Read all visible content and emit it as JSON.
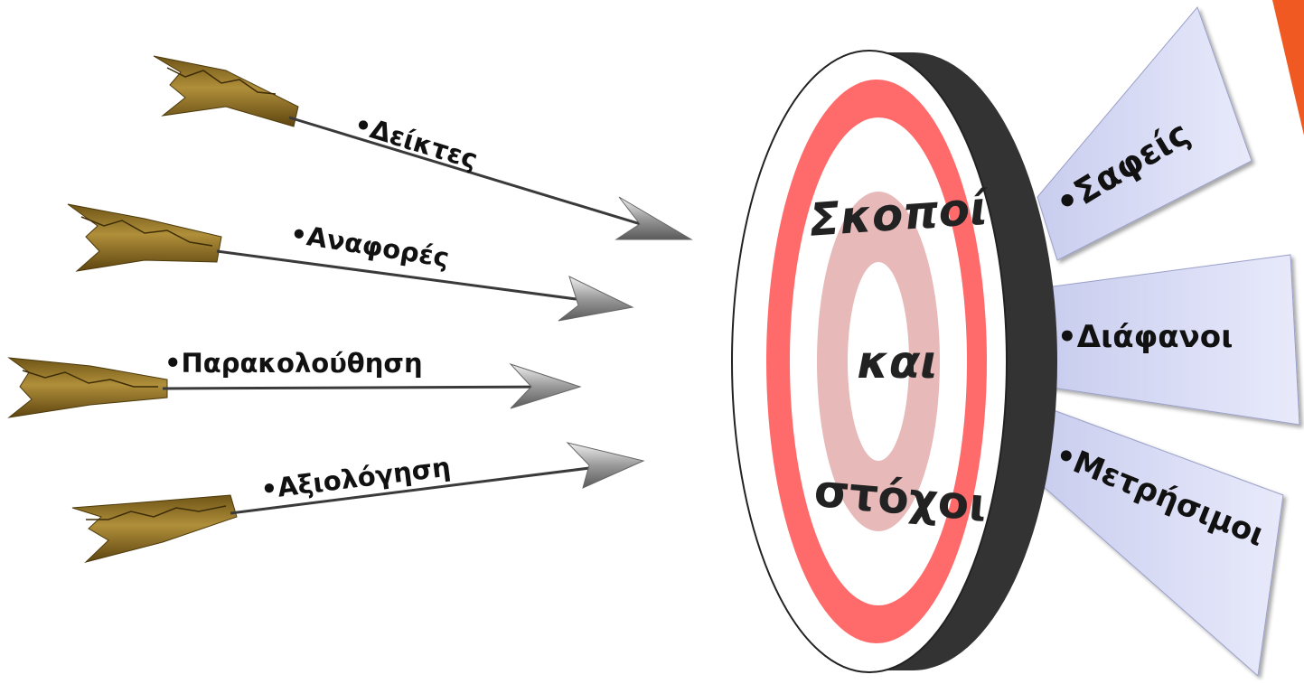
{
  "arrows": [
    {
      "label": "•Δείκτες"
    },
    {
      "label": "•Αναφορές"
    },
    {
      "label": "•Παρακολούθηση"
    },
    {
      "label": "•Αξιολόγηση"
    }
  ],
  "target": {
    "line1": "Σκοποί",
    "line2": "και",
    "line3": "στόχοι"
  },
  "rays": [
    {
      "label": "•Σαφείς"
    },
    {
      "label": "•Διάφανοι"
    },
    {
      "label": "•Μετρήσιμοι"
    }
  ],
  "colors": {
    "ring_red": "#ff6b6b",
    "bullseye_pink": "#e8b9b9",
    "board_dark": "#333333",
    "ray_fill": "#dde0f7",
    "fletching": "#8b6b1f",
    "shaft": "#3a3a3a",
    "accent_orange": "#f05a22"
  }
}
